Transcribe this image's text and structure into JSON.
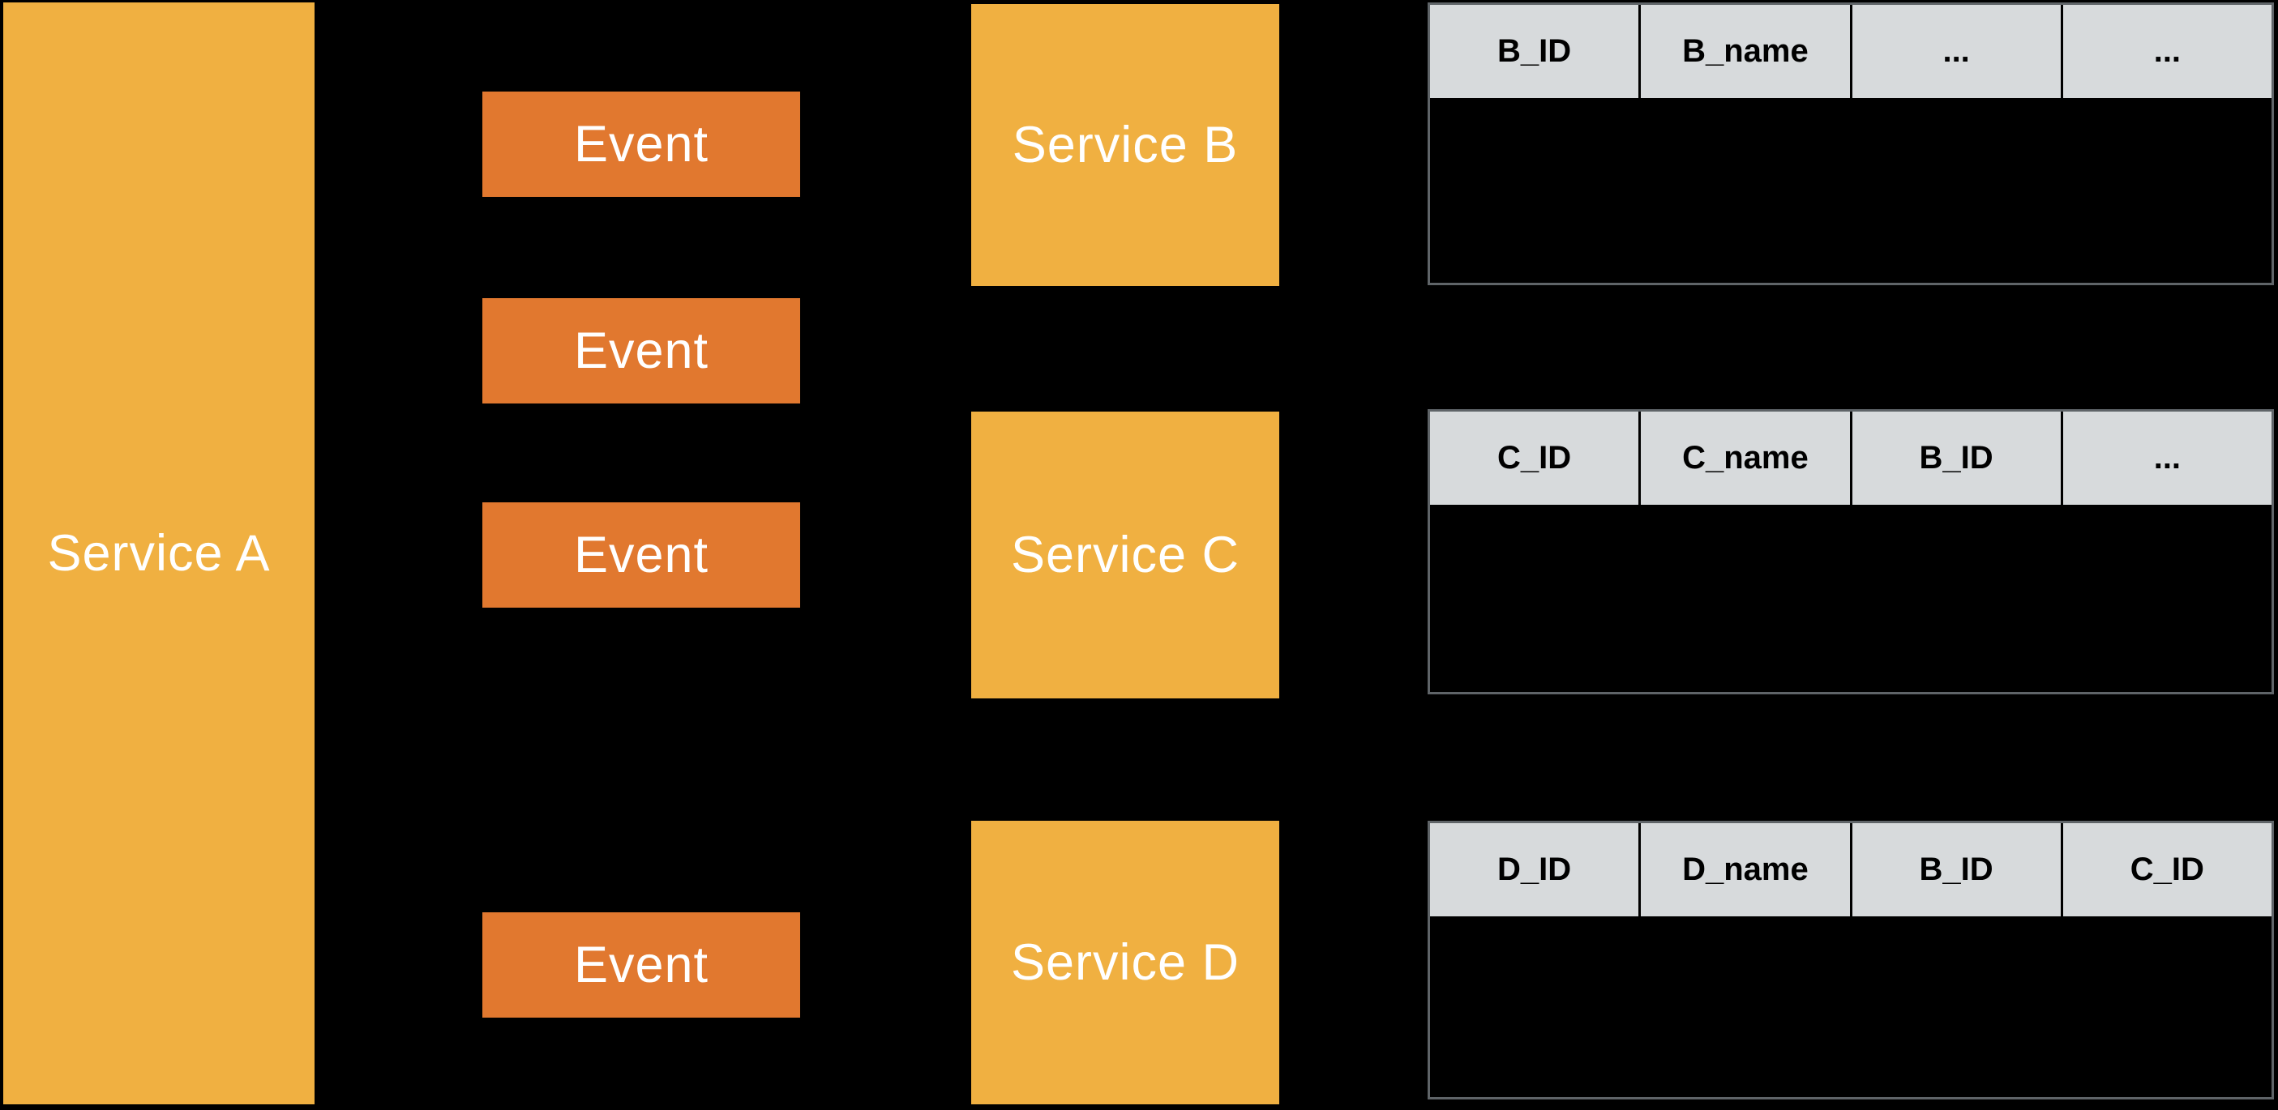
{
  "diagram": {
    "producer": {
      "label": "Service A"
    },
    "events": [
      {
        "label": "Event"
      },
      {
        "label": "Event"
      },
      {
        "label": "Event"
      },
      {
        "label": "Event"
      }
    ],
    "consumers": [
      {
        "label": "Service B"
      },
      {
        "label": "Service C"
      },
      {
        "label": "Service D"
      }
    ],
    "tables": [
      {
        "title": "service-b-table",
        "headers": [
          "B_ID",
          "B_name",
          "...",
          "..."
        ]
      },
      {
        "title": "service-c-table",
        "headers": [
          "C_ID",
          "C_name",
          "B_ID",
          "..."
        ]
      },
      {
        "title": "service-d-table",
        "headers": [
          "D_ID",
          "D_name",
          "B_ID",
          "C_ID"
        ]
      }
    ],
    "colors": {
      "background": "#000000",
      "service_fill": "#F0B041",
      "event_fill": "#E1782F",
      "label_text": "#FFFFFF",
      "table_header_fill": "#D7DADC",
      "table_header_text": "#000000",
      "table_border": "#5F6468"
    }
  }
}
